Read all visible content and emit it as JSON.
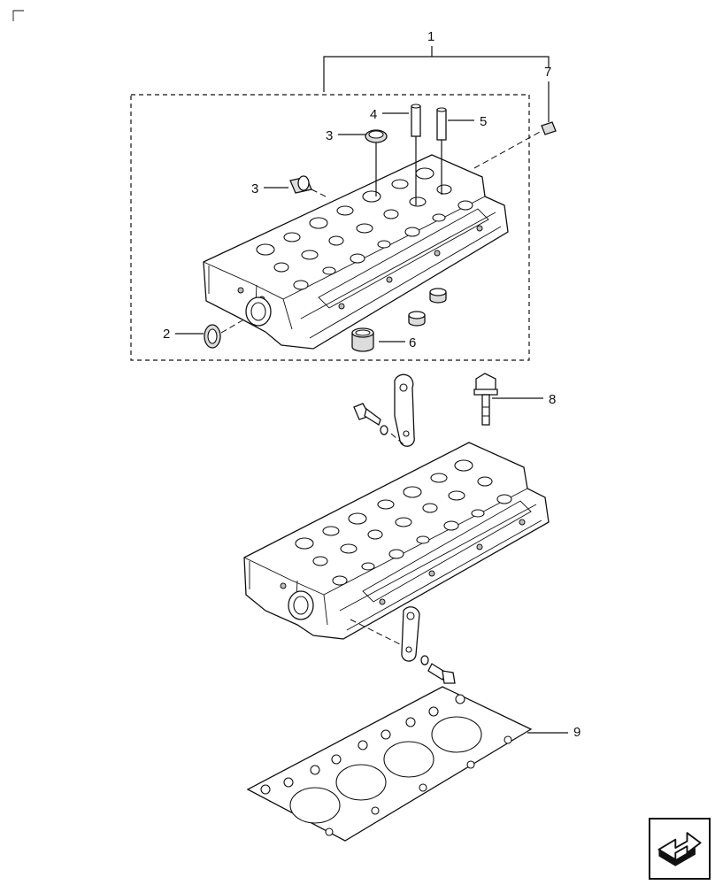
{
  "callouts": [
    {
      "id": "c1",
      "label": "1"
    },
    {
      "id": "c2",
      "label": "2"
    },
    {
      "id": "c3a",
      "label": "3"
    },
    {
      "id": "c3b",
      "label": "3"
    },
    {
      "id": "c4",
      "label": "4"
    },
    {
      "id": "c5",
      "label": "5"
    },
    {
      "id": "c6",
      "label": "6"
    },
    {
      "id": "c7",
      "label": "7"
    },
    {
      "id": "c8",
      "label": "8"
    },
    {
      "id": "c9",
      "label": "9"
    }
  ],
  "nav": {
    "icon": "arrow-right-icon"
  }
}
